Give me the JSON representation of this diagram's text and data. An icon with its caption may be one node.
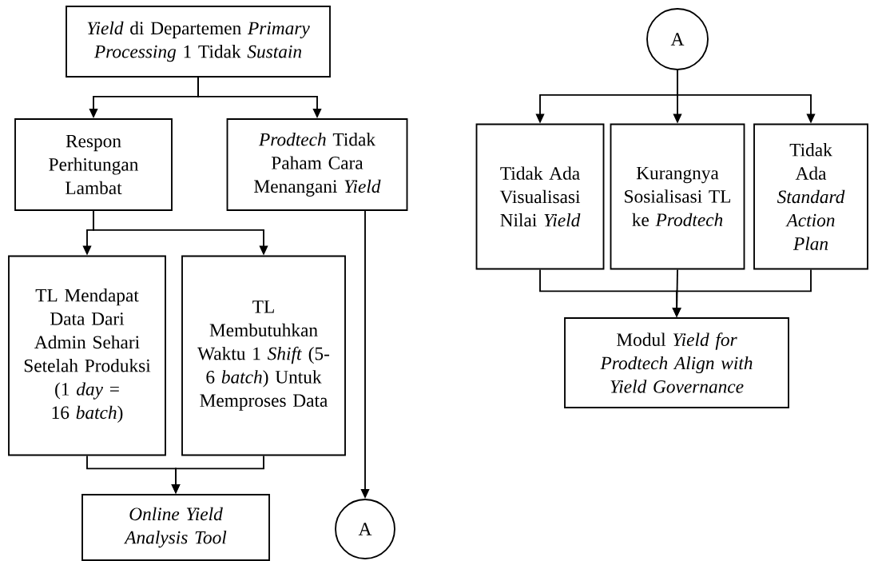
{
  "diagram": {
    "nodes": [
      {
        "text": [
          "*Yield* di Departemen *Primary Processing* 1 Tidak *Sustain*"
        ]
      },
      {
        "text": [
          "Respon Perhitungan Lambat"
        ]
      },
      {
        "text": [
          "*Prodtech* Tidak Paham Cara Menangani *Yield*"
        ]
      },
      {
        "text": [
          "TL Mendapat Data Dari Admin Sehari Setelah Produksi (1 *day* = 16 *batch*)"
        ]
      },
      {
        "text": [
          "TL Membutuhkan Waktu 1 *Shift* (5-6 *batch*) Untuk Memproses Data"
        ]
      },
      {
        "text": [
          "*Online Yield Analysis Tool*"
        ]
      },
      {
        "text": [
          "A"
        ]
      },
      {
        "text": [
          "A"
        ]
      },
      {
        "text": [
          "Tidak Ada Visualisasi Nilai *Yield*"
        ]
      },
      {
        "text": [
          "Kurangnya Sosialisasi TL ke *Prodtech*"
        ]
      },
      {
        "text": [
          "Tidak Ada *Standard Action Plan*"
        ]
      },
      {
        "text": [
          "Modul *Yield for Prodtech Align with Yield Governance*"
        ]
      }
    ],
    "edges": [
      {
        "from": 0,
        "to": 1,
        "arrow": "to"
      },
      {
        "from": 0,
        "to": 2,
        "arrow": "to"
      },
      {
        "from": 1,
        "to": 3,
        "arrow": "to"
      },
      {
        "from": 1,
        "to": 4,
        "arrow": "to"
      },
      {
        "from": 3,
        "to": 5,
        "arrow": "to"
      },
      {
        "from": 4,
        "to": 5,
        "arrow": "to"
      },
      {
        "from": 2,
        "to": 6,
        "arrow": "to"
      },
      {
        "from": 7,
        "to": 8,
        "arrow": "to"
      },
      {
        "from": 7,
        "to": 9,
        "arrow": "to"
      },
      {
        "from": 7,
        "to": 10,
        "arrow": "to"
      },
      {
        "from": 8,
        "to": 11,
        "arrow": "to"
      },
      {
        "from": 9,
        "to": 11,
        "arrow": "to"
      },
      {
        "from": 10,
        "to": 11,
        "arrow": "to"
      }
    ]
  }
}
